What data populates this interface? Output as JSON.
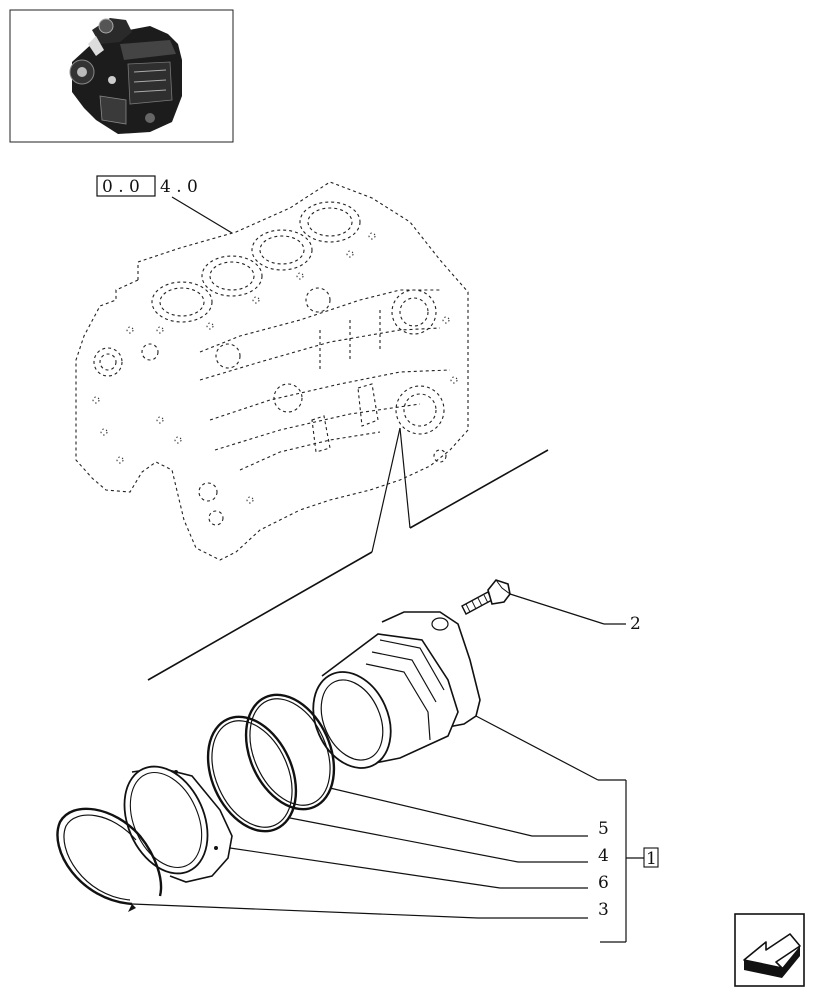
{
  "reference_group": {
    "part1": "0 . 0",
    "part2": "4 . 0"
  },
  "callouts": [
    {
      "id": "callout-2",
      "text": "2"
    },
    {
      "id": "callout-5",
      "text": "5"
    },
    {
      "id": "callout-4",
      "text": "4"
    },
    {
      "id": "callout-6",
      "text": "6"
    },
    {
      "id": "callout-3",
      "text": "3"
    }
  ],
  "group_bracket_label": "1",
  "icons": {
    "thumbnail": "engine-thumbnail-icon",
    "navigation": "next-page-arrow-icon"
  }
}
